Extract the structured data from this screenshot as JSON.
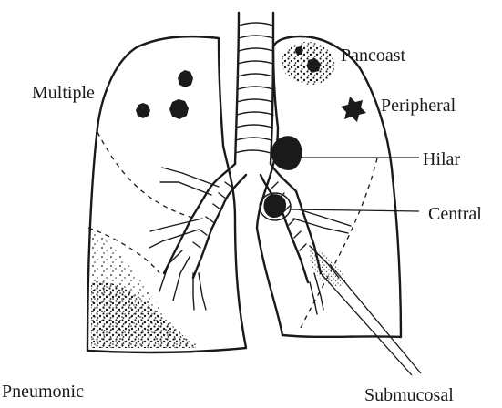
{
  "labels": {
    "multiple": "Multiple",
    "pancoast": "Pancoast",
    "peripheral": "Peripheral",
    "hilar": "Hilar",
    "central": "Central",
    "pneumonic": "Pneumonic",
    "submucosal": "Submucosal"
  },
  "colors": {
    "ink": "#1a1a1a",
    "background": "#ffffff"
  }
}
